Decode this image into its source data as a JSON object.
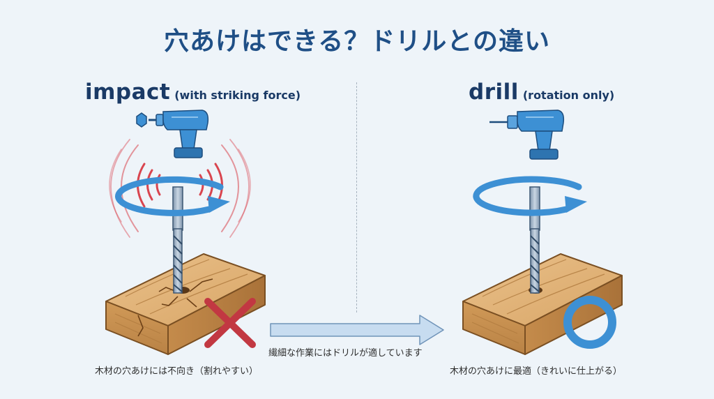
{
  "title": "穴あけはできる？ドリルとの違い",
  "left": {
    "heading": "impact",
    "subheading": "(with striking force)",
    "caption": "木材の穴あけには不向き（割れやすい）"
  },
  "right": {
    "heading": "drill",
    "subheading": "(rotation only)",
    "caption": "木材の穴あけに最適（きれいに仕上がる）"
  },
  "arrow_caption": "繊細な作業にはドリルが適しています",
  "colors": {
    "title": "#1f4f86",
    "tool_blue": "#3d90d4",
    "vibration_red": "#d9454f",
    "wood": "#d8a869",
    "cross": "#d9454f",
    "circle": "#3d90d4"
  },
  "icons": {
    "left_tool": "impact-driver-icon",
    "right_tool": "drill-icon",
    "left_mark": "cross-icon",
    "right_mark": "circle-icon"
  }
}
